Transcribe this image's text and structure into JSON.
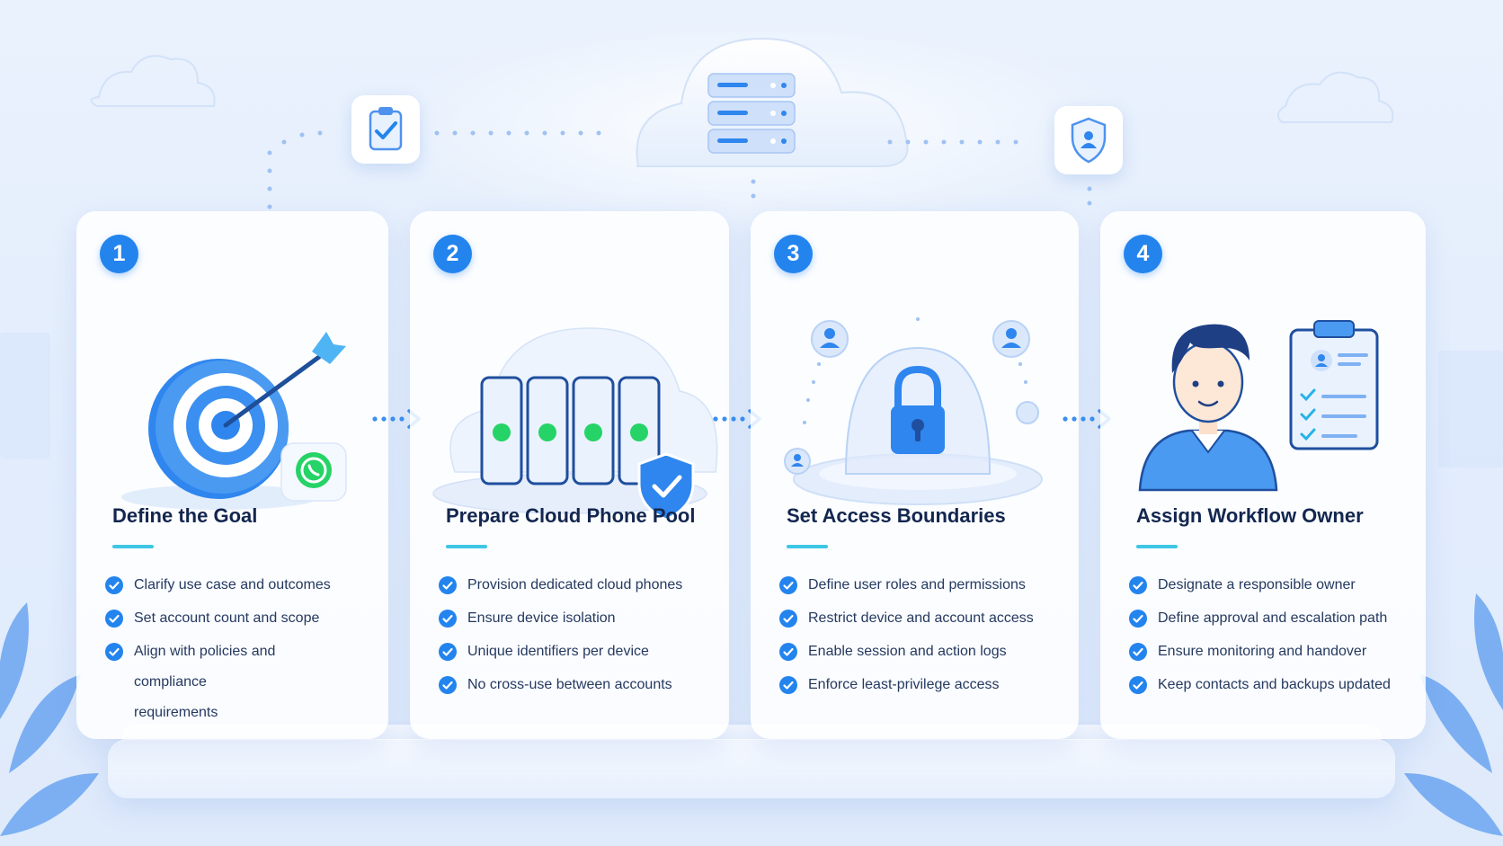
{
  "colors": {
    "accent": "#2384ee",
    "underline": "#3ec6e6",
    "title": "#13264f",
    "text": "#25395f",
    "whatsapp": "#25d366"
  },
  "steps": [
    {
      "number": "1",
      "title": "Define the Goal",
      "illustration_icon": "target-dart-whatsapp-icon",
      "items": [
        "Clarify use case and outcomes",
        "Set account count and scope",
        "Align with policies and compliance requirements"
      ]
    },
    {
      "number": "2",
      "title": "Prepare Cloud Phone Pool",
      "illustration_icon": "cloud-phones-shield-icon",
      "items": [
        "Provision dedicated cloud phones",
        "Ensure device isolation",
        "Unique identifiers per device",
        "No cross-use between accounts"
      ]
    },
    {
      "number": "3",
      "title": "Set Access Boundaries",
      "illustration_icon": "padlock-dome-icon",
      "items": [
        "Define user roles and permissions",
        "Restrict device and account access",
        "Enable session and action logs",
        "Enforce least-privilege access"
      ]
    },
    {
      "number": "4",
      "title": "Assign Workflow Owner",
      "illustration_icon": "owner-clipboard-icon",
      "items": [
        "Designate a responsible owner",
        "Define approval and escalation path",
        "Ensure monitoring and handover",
        "Keep contacts and backups updated"
      ]
    }
  ],
  "top_icons": [
    "clipboard-check-icon",
    "cloud-server-icon",
    "shield-user-icon"
  ]
}
